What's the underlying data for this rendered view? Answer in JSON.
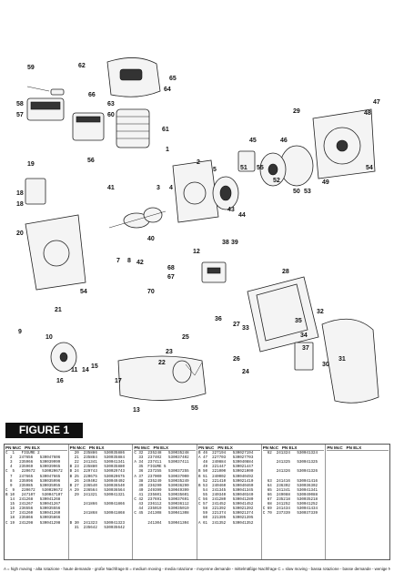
{
  "figure": {
    "label": "FIGURE 1"
  },
  "callouts": [
    "59",
    "58",
    "57",
    "62",
    "66",
    "65",
    "64",
    "63",
    "60",
    "61",
    "56",
    "1",
    "19",
    "18",
    "18",
    "20",
    "21",
    "2",
    "3",
    "4",
    "41",
    "7",
    "8",
    "42",
    "40",
    "5",
    "43",
    "44",
    "12",
    "68",
    "67",
    "38",
    "39",
    "70",
    "54",
    "9",
    "10",
    "11",
    "14",
    "15",
    "16",
    "17",
    "13",
    "22",
    "23",
    "25",
    "26",
    "24",
    "28",
    "27",
    "33",
    "36",
    "35",
    "34",
    "37",
    "32",
    "31",
    "30",
    "29",
    "45",
    "46",
    "47",
    "48",
    "55",
    "52",
    "51",
    "53",
    "50",
    "49",
    "54",
    "55"
  ],
  "table": {
    "headers": [
      "PN McC   PN ELX",
      "PN McC   PN ELX",
      "PN McC   PN ELX",
      "PN McC   PN ELX",
      "PN McC   PN ELX",
      "PN McC   PN ELX"
    ],
    "columns": [
      [
        "C  1   FIGURE 2",
        "  2   247656   530047606",
        "  3   235966   530039999",
        "  4   235969   530039965",
        "C  5   220672   530020672",
        "  7   247665   530047665",
        "  8   235996   530035996",
        "  9   235985   530035955",
        "C  9   220672   530020672",
        "B 10   247107   530047107",
        "  14  241268   530041268",
        "  15  241267   530041267",
        "  16  236556   530035556",
        "  17  241260   530041260",
        "  18  235866   530035866",
        "C 19  241298   530041298"
      ],
      [
        "  20  235886   530035886",
        "  21  235884   530035884",
        "  22  241341   530041341",
        "B 23  235880   530035880",
        "B 24  229743   530029743",
        "B 25  220675   530020675",
        "  26  249402   530049402",
        "B 27  236540   530036540",
        "A 29  236564   530036564",
        "  29  241321   530041321",
        "",
        "      241866   530041866",
        "",
        "      241868   530041868",
        "",
        "B 30  241323   530041323",
        "  31  235642   530035642"
      ],
      [
        "C 32  235248   530035248",
        "  33  237402   530037402",
        "A 34  237411   530037411",
        "  35  FIGURE 5",
        "  36  237255   530037255",
        "A 37  237000   530037000",
        "  38  235249   530035249",
        "  39  236290   530036290",
        "  40  249399   530049399",
        "  41  235601   530035601",
        "C 42  237691   530037691",
        "  43  236112   530036112",
        "  44  235019   530035019",
        "C 45  241308   530041308",
        "",
        "      241304   530041304"
      ],
      [
        "B 46  227194   530027194",
        "A 47  227703   530027703",
        "  48  240884   530040884",
        "  49  221447   530021447",
        "B 50  221000   530021000",
        "B 51  240002   530040492",
        "  52  221410   530021410",
        "B 53  240460   530040460",
        "  54  241345   530041345",
        "  55  240340   530040340",
        "C 56  241280   530041280",
        "C 57  241452   530041452",
        "  58  221392   530021392",
        "  59  221374   530021374",
        "  60  221395   530021395",
        "A 61  241352   530041352"
      ],
      [
        "  62  241324   530041324",
        "",
        "      241325   530041325",
        "",
        "      241326   530041326",
        "",
        "  63  241416   530041416",
        "  64  236302   530036302",
        "  65  241341   530041341",
        "  66  249088   530049088",
        "  67  235218   530035218",
        "  68  241252   530041252",
        "C 69  241434   530041434",
        "C 70  237339   530037339"
      ],
      [
        "",
        "",
        "",
        "",
        "",
        "",
        "",
        "",
        "",
        "",
        "",
        "",
        "",
        "",
        ""
      ]
    ]
  },
  "legend": "A = high moving - alta rotazione - haute demande - große Nachfrage    B = medium moving - media rotazione - moyenne demande - mittelmäßige Nachfrage    C = slow moving - bassa rotazione - basse demande - wenige Nachfrage"
}
